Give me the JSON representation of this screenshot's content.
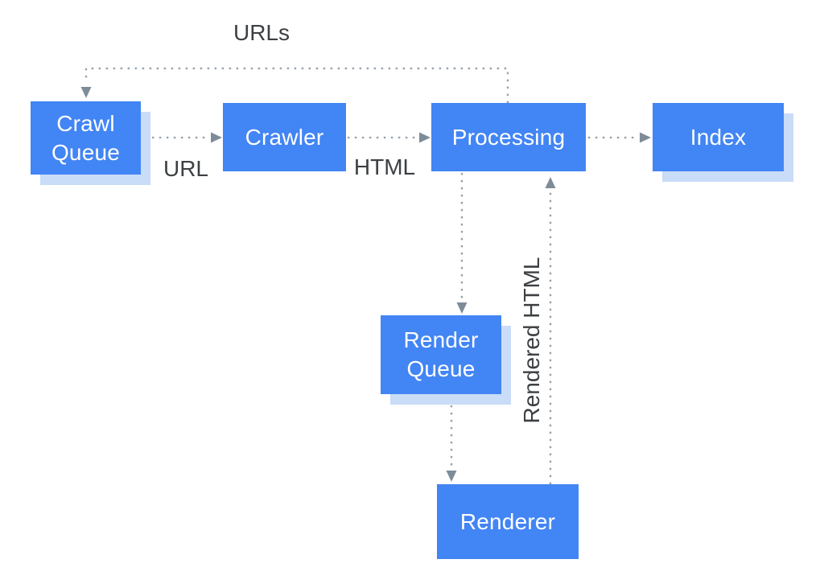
{
  "diagram": {
    "nodes": [
      {
        "id": "crawl-queue",
        "label": "Crawl Queue",
        "type": "queue"
      },
      {
        "id": "crawler",
        "label": "Crawler",
        "type": "process"
      },
      {
        "id": "processing",
        "label": "Processing",
        "type": "process"
      },
      {
        "id": "index",
        "label": "Index",
        "type": "store"
      },
      {
        "id": "render-queue",
        "label": "Render Queue",
        "type": "queue"
      },
      {
        "id": "renderer",
        "label": "Renderer",
        "type": "process"
      }
    ],
    "edges": [
      {
        "from": "crawl-queue",
        "to": "crawler",
        "label": "URL"
      },
      {
        "from": "crawler",
        "to": "processing",
        "label": "HTML"
      },
      {
        "from": "processing",
        "to": "index",
        "label": ""
      },
      {
        "from": "processing",
        "to": "crawl-queue",
        "label": "URLs"
      },
      {
        "from": "processing",
        "to": "render-queue",
        "label": ""
      },
      {
        "from": "render-queue",
        "to": "renderer",
        "label": ""
      },
      {
        "from": "renderer",
        "to": "processing",
        "label": "Rendered HTML"
      }
    ],
    "edge_labels": {
      "urls": "URLs",
      "url": "URL",
      "html": "HTML",
      "rendered_html": "Rendered HTML"
    },
    "colors": {
      "background": "#ffffff",
      "node_fill": "#4285f4",
      "node_text": "#ffffff",
      "node_shadow": "#c9dcf8",
      "edge": "#97a2ac",
      "arrowhead": "#7e8c98",
      "label_text": "#3c4043"
    }
  }
}
